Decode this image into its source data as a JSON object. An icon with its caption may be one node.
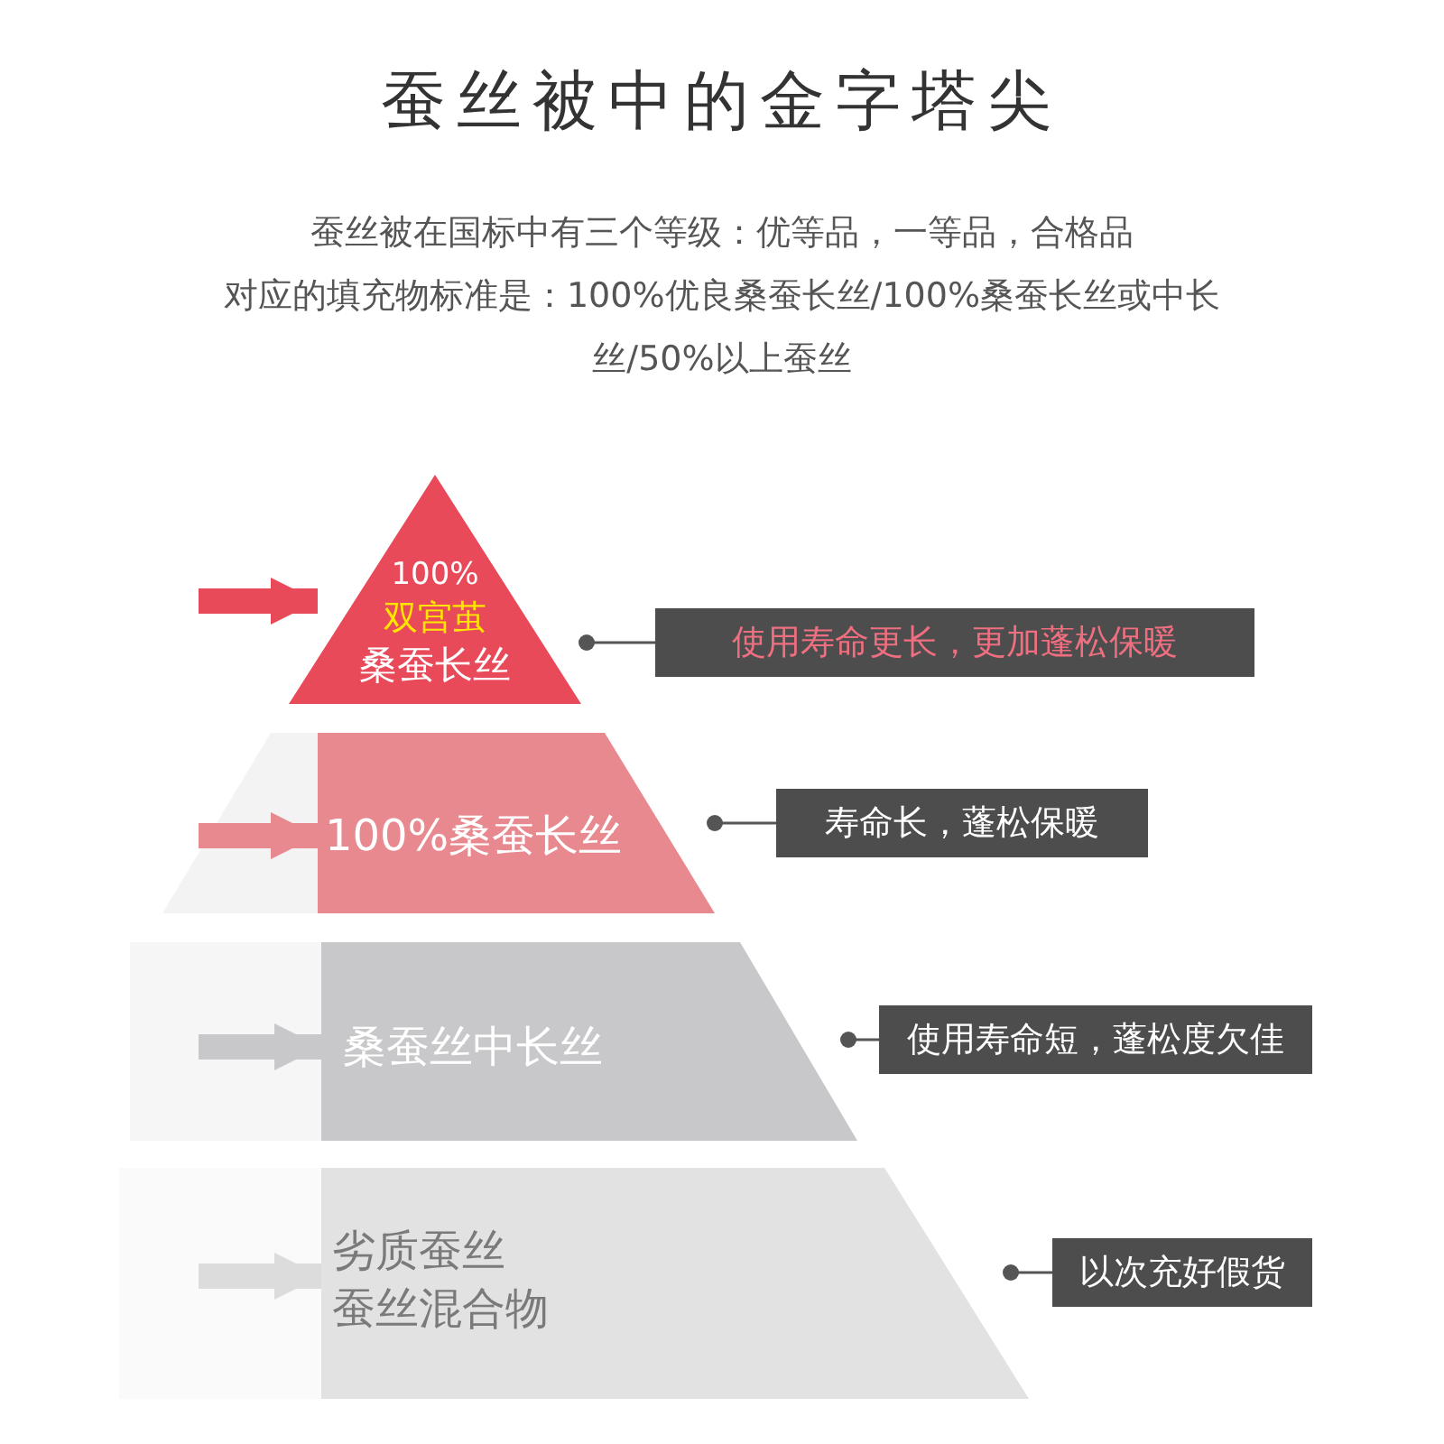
{
  "diagram": {
    "title": "蚕丝被中的金字塔尖",
    "nodes": [
      {
        "text": [
          "100%",
          "双宫茧",
          "桑蚕长丝"
        ]
      },
      {
        "text": [
          "100%桑蚕长丝"
        ]
      },
      {
        "text": [
          "桑蚕丝中长丝"
        ]
      },
      {
        "text": [
          "劣质蚕丝",
          "蚕丝混合物"
        ]
      },
      {
        "text": [
          "使用寿命更长，更加蓬松保暖"
        ]
      },
      {
        "text": [
          "寿命长，蓬松保暖"
        ]
      },
      {
        "text": [
          "使用寿命短，蓬松度欠佳"
        ]
      },
      {
        "text": [
          "以次充好假货"
        ]
      }
    ],
    "edges": [
      {
        "from": null,
        "to": 0,
        "arrow": "to",
        "style": "thick",
        "color": "#e84a5a"
      },
      {
        "from": null,
        "to": 1,
        "arrow": "to",
        "style": "thick",
        "color": "#e8888f"
      },
      {
        "from": null,
        "to": 2,
        "arrow": "to",
        "style": "thick",
        "color": "#c8c8ca"
      },
      {
        "from": null,
        "to": 3,
        "arrow": "to",
        "style": "thick",
        "color": "#dcdcdc"
      },
      {
        "from": 0,
        "to": 4,
        "arrow": "other"
      },
      {
        "from": 1,
        "to": 5,
        "arrow": "other"
      },
      {
        "from": 2,
        "to": 6,
        "arrow": "other"
      },
      {
        "from": 3,
        "to": 7,
        "arrow": "other"
      }
    ],
    "labels": [
      "蚕丝被在国标中有三个等级：优等品，一等品，合格品",
      "对应的填充物标准是：100%优良桑蚕长丝/100%桑蚕长丝或中长丝/50%以上蚕丝"
    ]
  }
}
